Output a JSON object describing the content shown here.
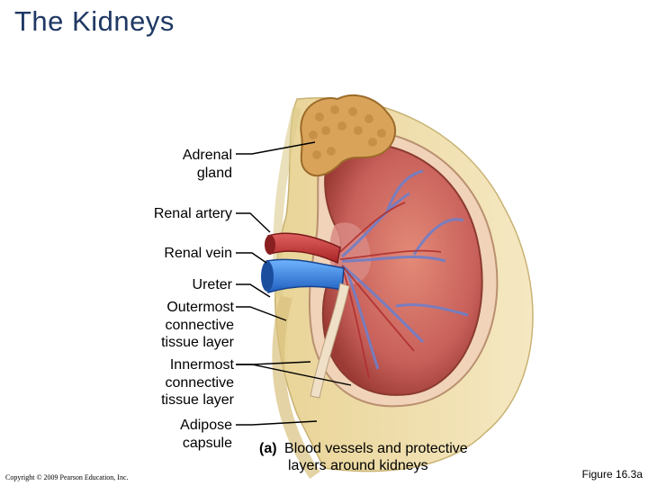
{
  "title": "The Kidneys",
  "labels": {
    "adrenal_gland": "Adrenal\ngland",
    "renal_artery": "Renal artery",
    "renal_vein": "Renal vein",
    "ureter": "Ureter",
    "outermost_layer": "Outermost\nconnective\ntissue layer",
    "innermost_layer": "Innermost\nconnective\ntissue layer",
    "adipose_capsule": "Adipose\ncapsule"
  },
  "caption": {
    "tag": "(a)",
    "line1": "Blood vessels and protective",
    "line2": "layers around kidneys"
  },
  "copyright": "Copyright © 2009 Pearson Education, Inc.",
  "figure_ref": "Figure 16.3a",
  "colors": {
    "title": "#1f3864",
    "kidney": "#c8605a",
    "adrenal": "#d9a45a",
    "artery": "#c83a3a",
    "vein": "#2f7fd6",
    "fat": "#eedba0"
  }
}
